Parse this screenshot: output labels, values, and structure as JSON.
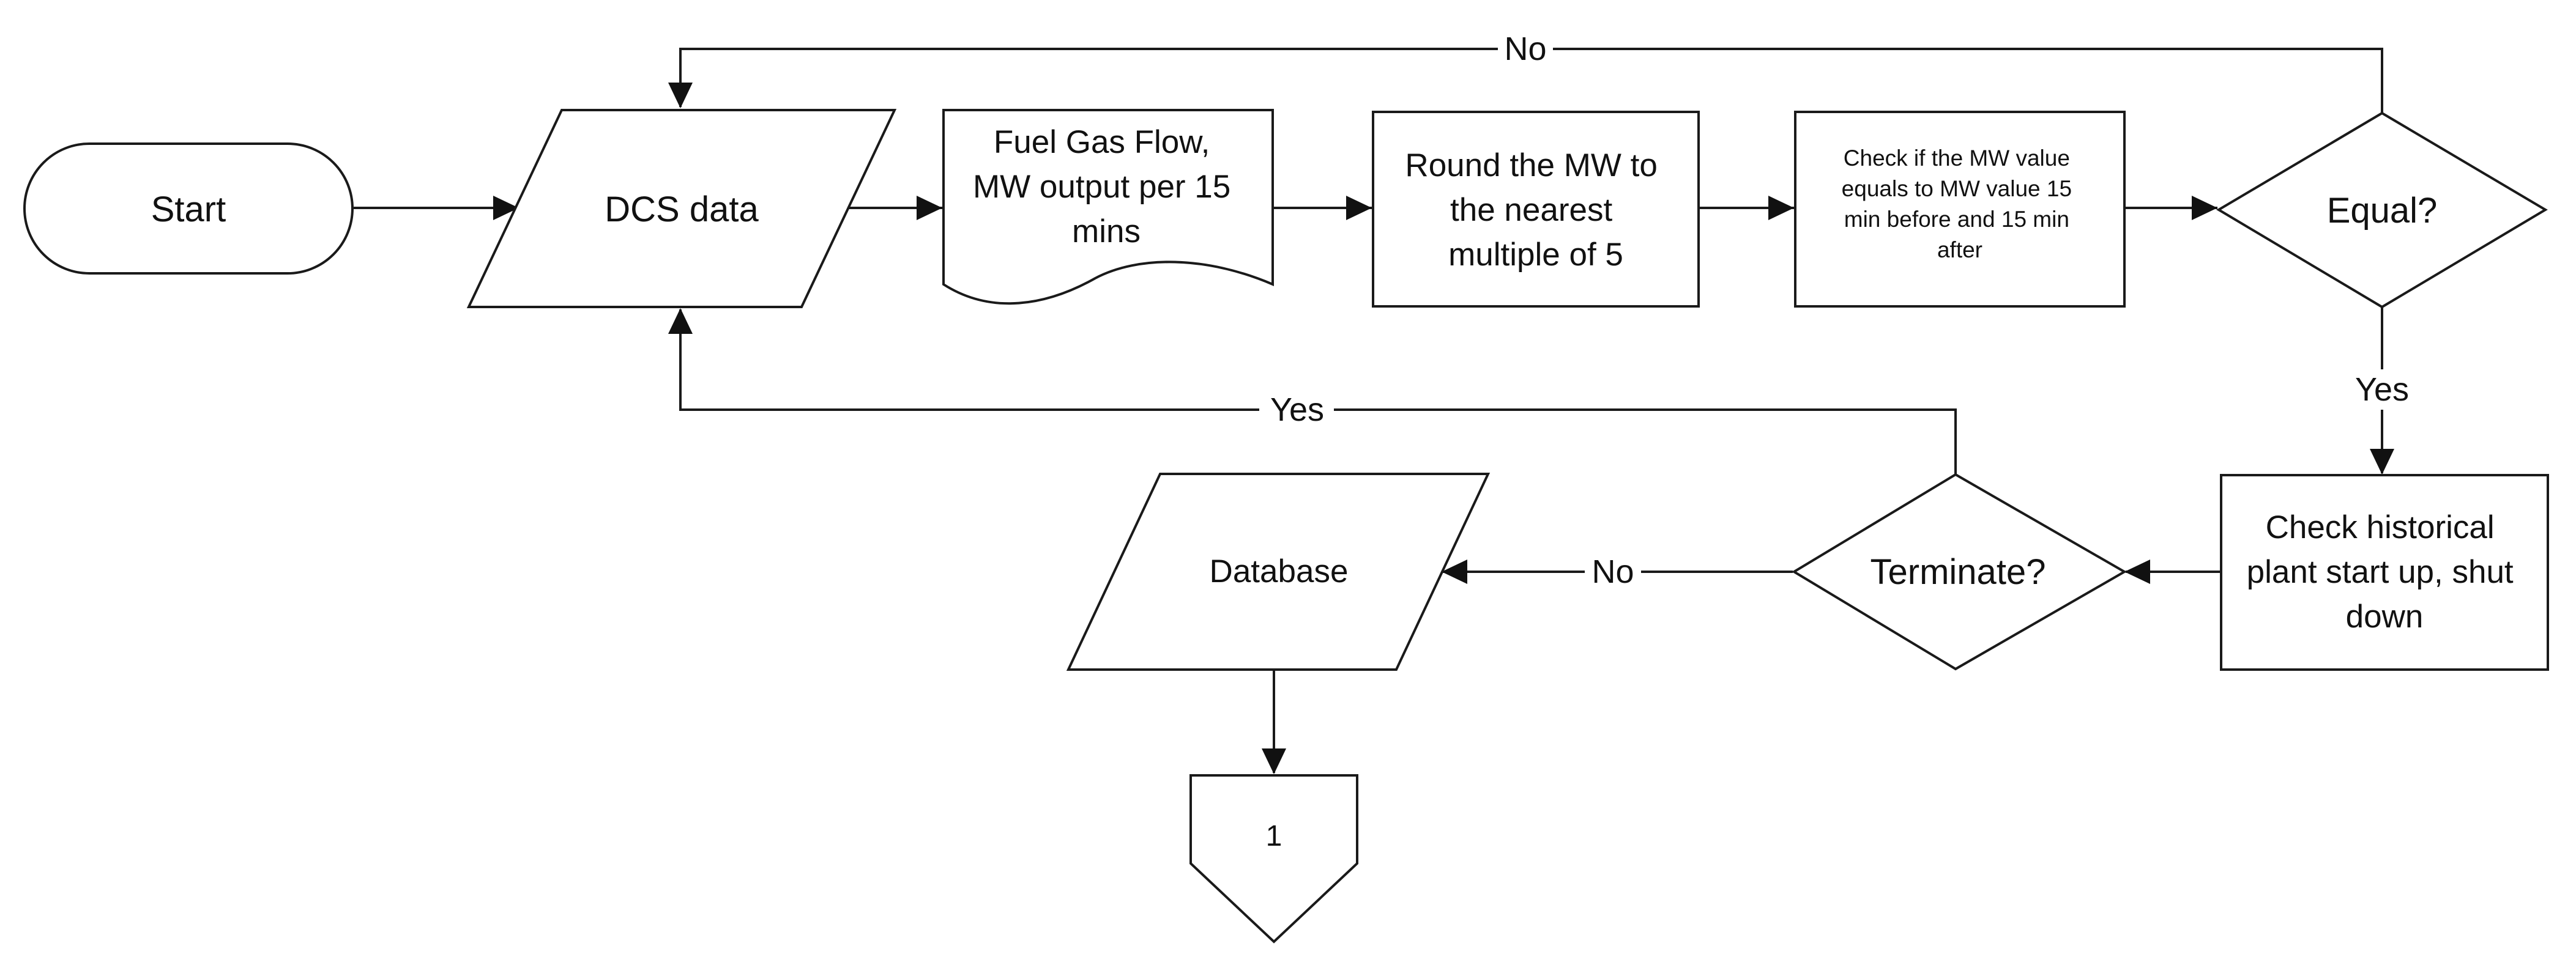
{
  "diagram": {
    "nodes": {
      "start": {
        "label": [
          "Start"
        ]
      },
      "dcs_data": {
        "label": [
          "DCS data"
        ]
      },
      "fuel_gas_doc": {
        "label": [
          "Fuel Gas Flow,",
          "MW output per 15",
          "mins"
        ]
      },
      "round_mw": {
        "label": [
          "Round the MW to",
          "the nearest",
          "multiple of 5"
        ]
      },
      "check_mw": {
        "label": [
          "Check if the MW value",
          "equals to MW value 15",
          "min before and 15 min",
          "after"
        ]
      },
      "equal": {
        "label": [
          "Equal?"
        ]
      },
      "check_historical": {
        "label": [
          "Check historical",
          "plant start up, shut",
          "down"
        ]
      },
      "terminate": {
        "label": [
          "Terminate?"
        ]
      },
      "database": {
        "label": [
          "Database"
        ]
      },
      "connector_1": {
        "label": [
          "1"
        ]
      }
    },
    "edges": {
      "equal_no": "No",
      "equal_yes": "Yes",
      "terminate_yes": "Yes",
      "terminate_no": "No"
    }
  }
}
